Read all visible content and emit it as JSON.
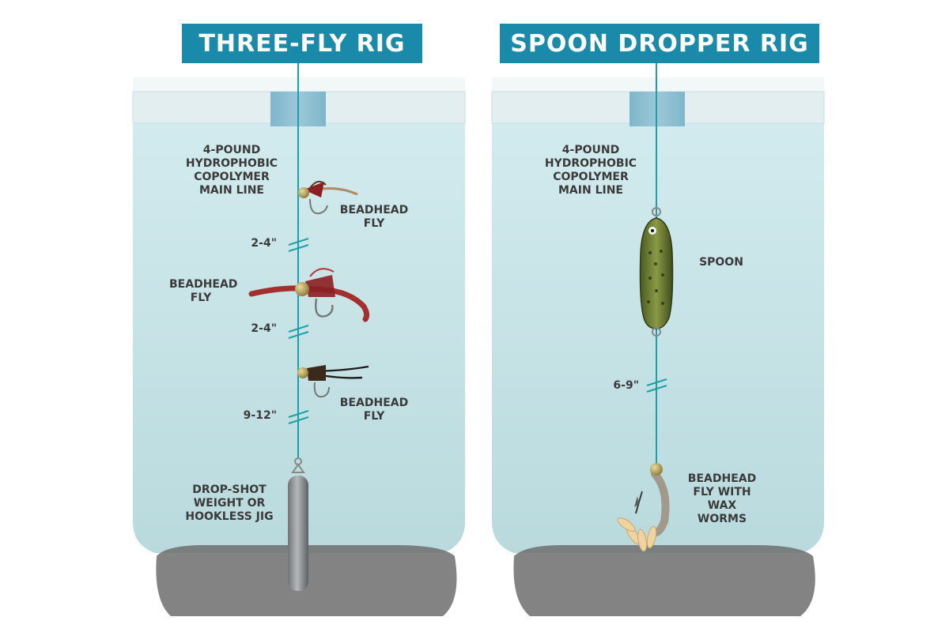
{
  "panels": [
    {
      "title": "THREE-FLY RIG",
      "labels": {
        "main_line": [
          "4-POUND",
          "HYDROPHOBIC",
          "COPOLYMER",
          "MAIN LINE"
        ],
        "fly1": [
          "BEADHEAD",
          "FLY"
        ],
        "gap1": "2-4\"",
        "fly2": [
          "BEADHEAD",
          "FLY"
        ],
        "gap2": "2-4\"",
        "fly3": [
          "BEADHEAD",
          "FLY"
        ],
        "gap3": "9-12\"",
        "weight": [
          "DROP-SHOT",
          "WEIGHT OR",
          "HOOKLESS JIG"
        ]
      }
    },
    {
      "title": "SPOON DROPPER RIG",
      "labels": {
        "main_line": [
          "4-POUND",
          "HYDROPHOBIC",
          "COPOLYMER",
          "MAIN LINE"
        ],
        "spoon": "SPOON",
        "gap1": "6-9\"",
        "fly": [
          "BEADHEAD",
          "FLY WITH",
          "WAX",
          "WORMS"
        ]
      }
    }
  ],
  "colors": {
    "title_bg": "#1a8aab",
    "line": "#1aa0a8",
    "water": "#c5e2e5",
    "ice": "#e6f0f2",
    "bottom": "#6d6d6d",
    "label": "#3a3a3a"
  }
}
